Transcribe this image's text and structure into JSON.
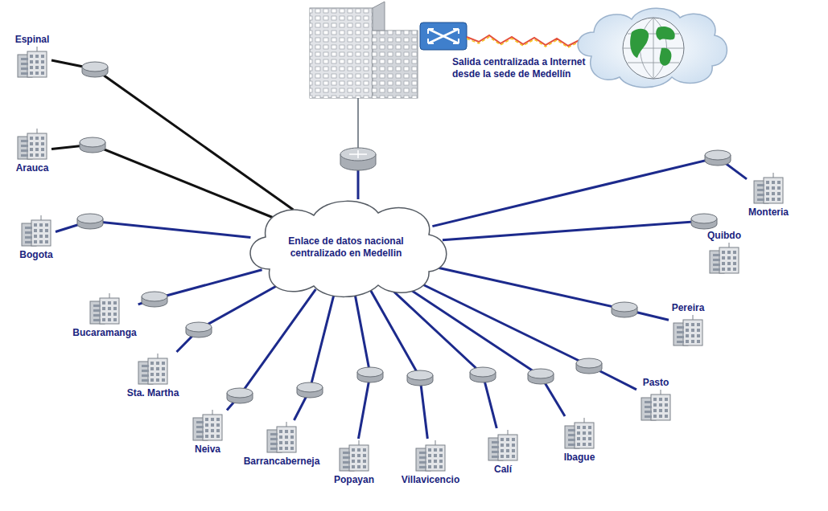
{
  "diagram": {
    "nodes": [
      {
        "text": [
          "Enlace de datos nacional centralizado en Medellin"
        ]
      },
      {
        "text": [
          "Espinal"
        ]
      },
      {
        "text": [
          "Arauca"
        ]
      },
      {
        "text": [
          "Bogota"
        ]
      },
      {
        "text": [
          "Bucaramanga"
        ]
      },
      {
        "text": [
          "Sta. Martha"
        ]
      },
      {
        "text": [
          "Neiva"
        ]
      },
      {
        "text": [
          "Barrancaberneja"
        ]
      },
      {
        "text": [
          "Popayan"
        ]
      },
      {
        "text": [
          "Villavicencio"
        ]
      },
      {
        "text": [
          "Calí"
        ]
      },
      {
        "text": [
          "Ibague"
        ]
      },
      {
        "text": [
          "Pasto"
        ]
      },
      {
        "text": [
          "Pereira"
        ]
      },
      {
        "text": [
          "Quibdo"
        ]
      },
      {
        "text": [
          "Monteria"
        ]
      }
    ],
    "edges": [
      {
        "from": 1,
        "to": 0,
        "arrow": "none"
      },
      {
        "from": 2,
        "to": 0,
        "arrow": "none"
      },
      {
        "from": 3,
        "to": 0,
        "arrow": "none"
      },
      {
        "from": 4,
        "to": 0,
        "arrow": "none"
      },
      {
        "from": 5,
        "to": 0,
        "arrow": "none"
      },
      {
        "from": 6,
        "to": 0,
        "arrow": "none"
      },
      {
        "from": 7,
        "to": 0,
        "arrow": "none"
      },
      {
        "from": 8,
        "to": 0,
        "arrow": "none"
      },
      {
        "from": 9,
        "to": 0,
        "arrow": "none"
      },
      {
        "from": 10,
        "to": 0,
        "arrow": "none"
      },
      {
        "from": 11,
        "to": 0,
        "arrow": "none"
      },
      {
        "from": 12,
        "to": 0,
        "arrow": "none"
      },
      {
        "from": 13,
        "to": 0,
        "arrow": "none"
      },
      {
        "from": 14,
        "to": 0,
        "arrow": "none"
      },
      {
        "from": 15,
        "to": 0,
        "arrow": "none"
      }
    ],
    "labels": [
      "Salida centralizada a Internet desde la sede de Medellín"
    ]
  }
}
